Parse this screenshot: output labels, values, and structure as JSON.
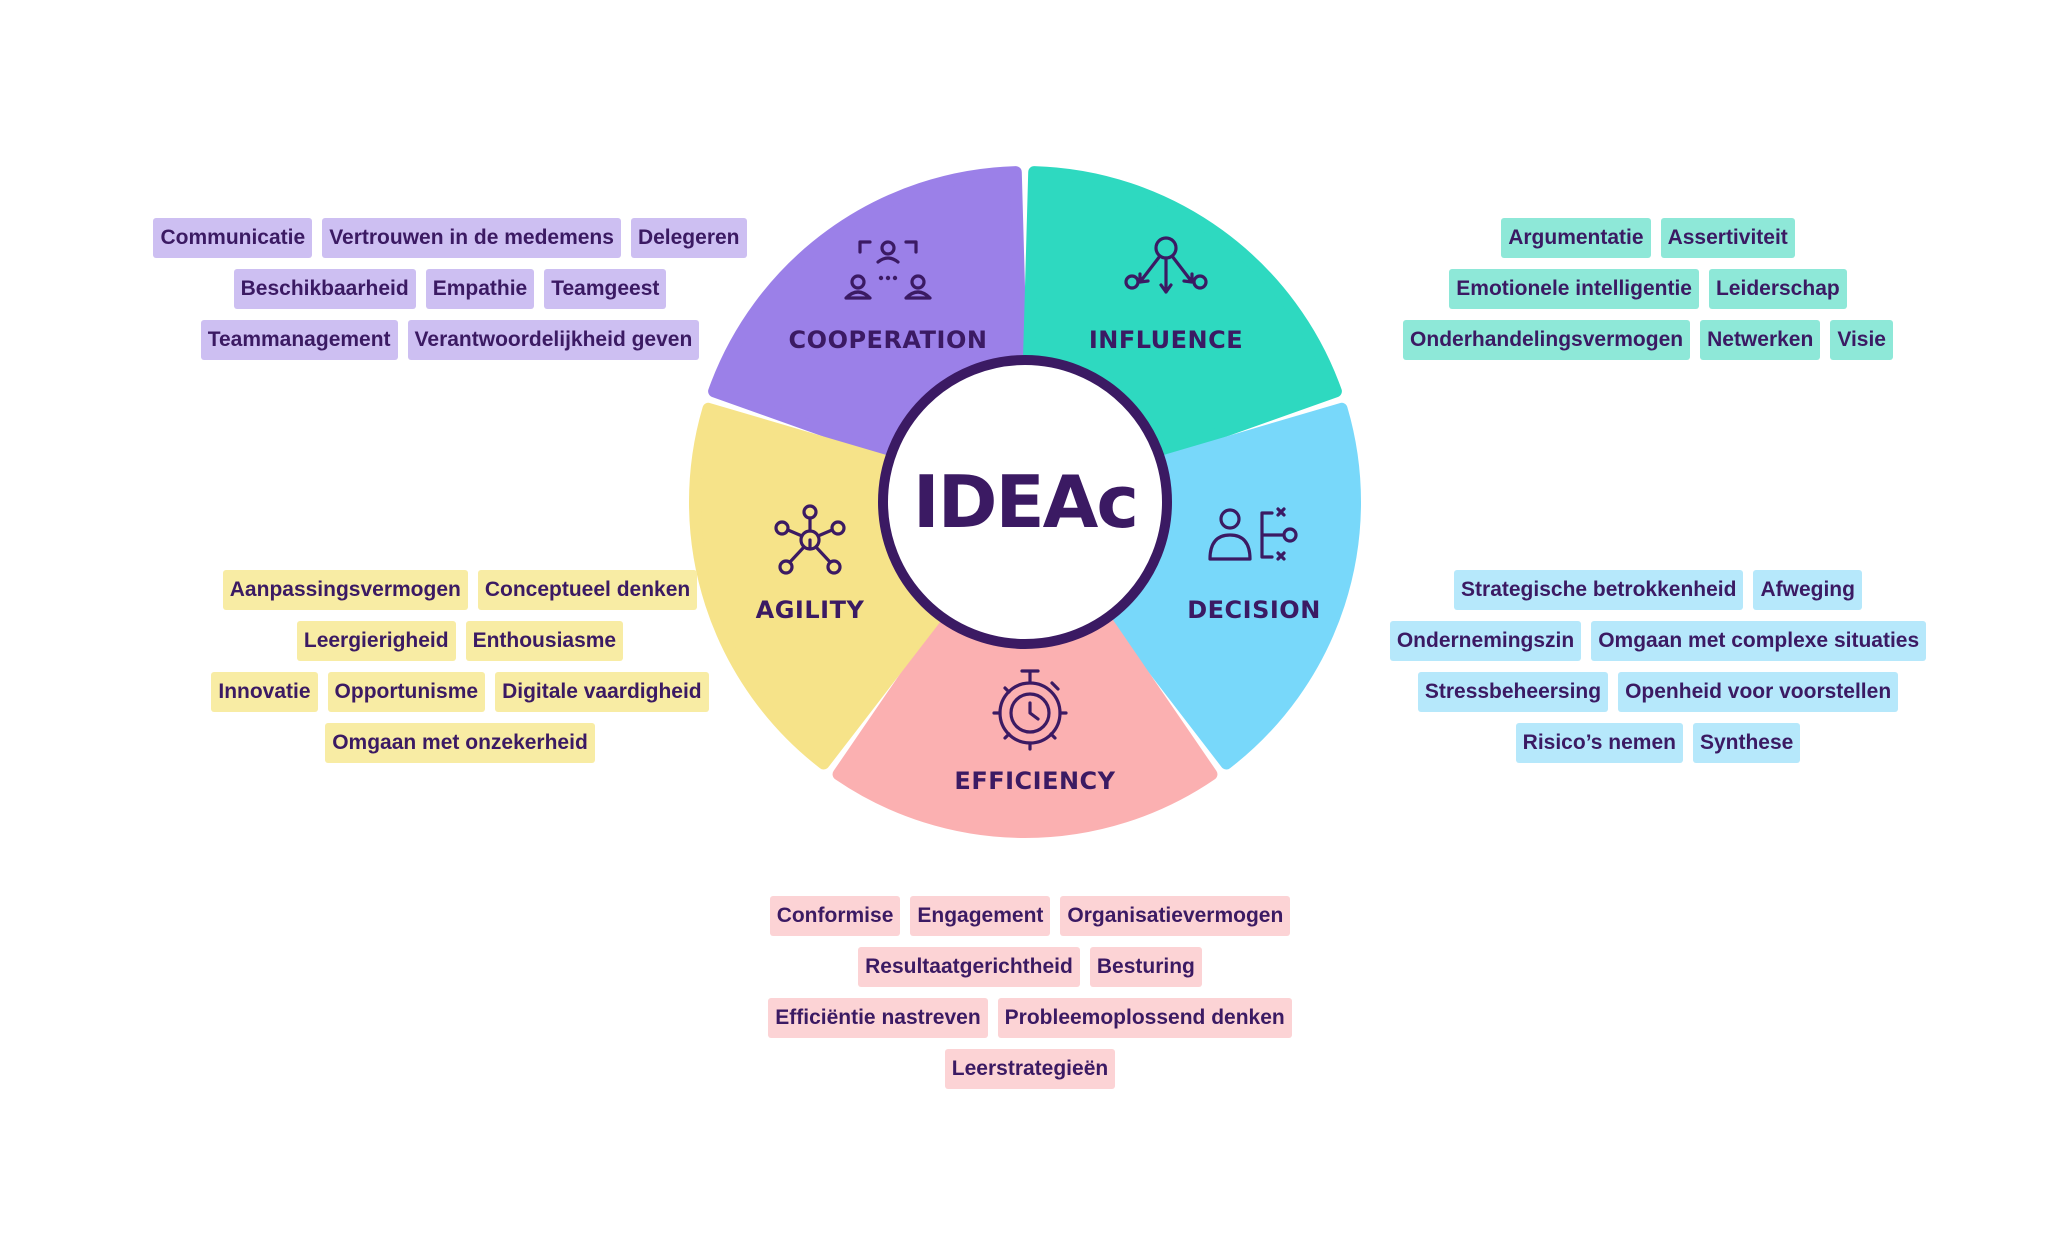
{
  "center": {
    "title": "IDEAc"
  },
  "colors": {
    "text": "#3b1a63",
    "ring": "#3b1a63",
    "cooperation": "#9b80e8",
    "influence": "#2ed9c0",
    "decision": "#78d8fa",
    "efficiency": "#fbb0b1",
    "agility": "#f6e389"
  },
  "segments": {
    "cooperation": {
      "label": "COOPERATION",
      "icon": "team-meeting-icon",
      "color": "#9b80e8",
      "tag_color": "#cdbff2"
    },
    "influence": {
      "label": "INFLUENCE",
      "icon": "network-arrows-icon",
      "color": "#2ed9c0",
      "tag_color": "#8ee8d8"
    },
    "decision": {
      "label": "DECISION",
      "icon": "person-decision-tree-icon",
      "color": "#78d8fa",
      "tag_color": "#b6e8fb"
    },
    "efficiency": {
      "label": "EFFICIENCY",
      "icon": "stopwatch-gear-icon",
      "color": "#fbb0b1",
      "tag_color": "#fcd3d5"
    },
    "agility": {
      "label": "AGILITY",
      "icon": "hub-nodes-icon",
      "color": "#f6e389",
      "tag_color": "#f8eca4"
    }
  },
  "tags": {
    "cooperation": [
      [
        "Communicatie",
        "Vertrouwen in de medemens",
        "Delegeren"
      ],
      [
        "Beschikbaarheid",
        "Empathie",
        "Teamgeest"
      ],
      [
        "Teammanagement",
        "Verantwoordelijkheid geven"
      ]
    ],
    "influence": [
      [
        "Argumentatie",
        "Assertiviteit"
      ],
      [
        "Emotionele intelligentie",
        "Leiderschap"
      ],
      [
        "Onderhandelingsvermogen",
        "Netwerken",
        "Visie"
      ]
    ],
    "agility": [
      [
        "Aanpassingsvermogen",
        "Conceptueel denken"
      ],
      [
        "Leergierigheid",
        "Enthousiasme"
      ],
      [
        "Innovatie",
        "Opportunisme",
        "Digitale vaardigheid"
      ],
      [
        "Omgaan met onzekerheid"
      ]
    ],
    "decision": [
      [
        "Strategische betrokkenheid",
        "Afweging"
      ],
      [
        "Ondernemingszin",
        "Omgaan met complexe situaties"
      ],
      [
        "Stressbeheersing",
        "Openheid voor voorstellen"
      ],
      [
        "Risico’s nemen",
        "Synthese"
      ]
    ],
    "efficiency": [
      [
        "Conformise",
        "Engagement",
        "Organisatievermogen"
      ],
      [
        "Resultaatgerichtheid",
        "Besturing"
      ],
      [
        "Efficiëntie nastreven",
        "Probleemoplossend denken"
      ],
      [
        "Leerstrategieën"
      ]
    ]
  }
}
